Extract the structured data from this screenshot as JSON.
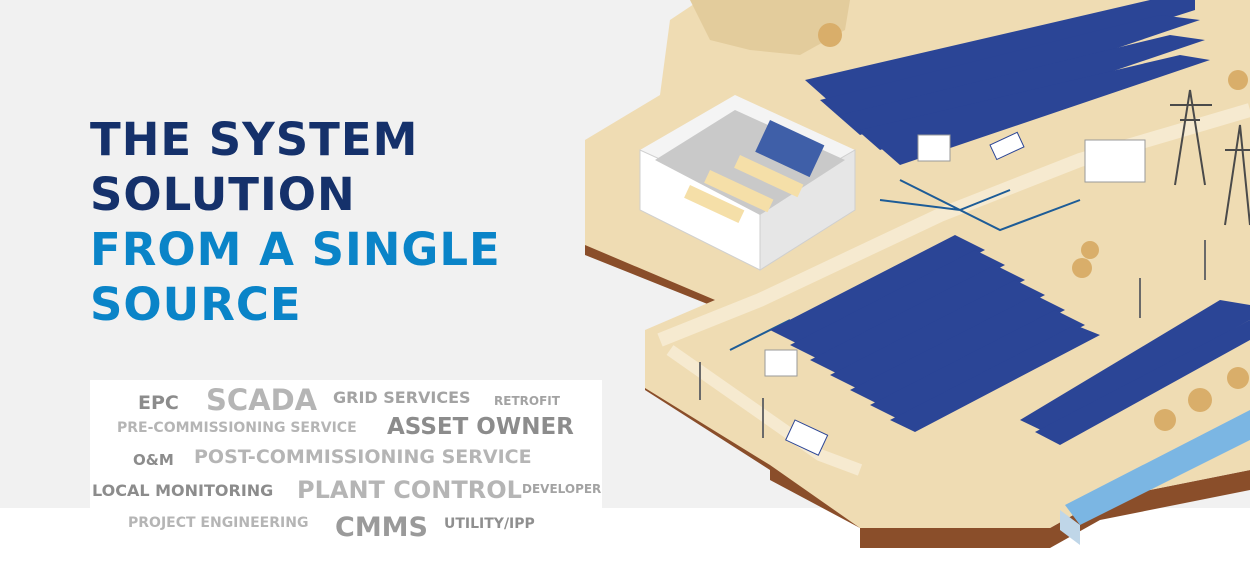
{
  "headline": {
    "line1": "THE SYSTEM",
    "line2": "SOLUTION",
    "line3": "FROM A SINGLE",
    "line4": "SOURCE"
  },
  "tags": {
    "epc": "EPC",
    "scada": "SCADA",
    "grid_services": "GRID SERVICES",
    "retrofit": "RETROFIT",
    "pre_commissioning": "PRE-COMMISSIONING SERVICE",
    "asset_owner": "ASSET OWNER",
    "om": "O&M",
    "post_commissioning": "POST-COMMISSIONING SERVICE",
    "local_monitoring": "LOCAL MONITORING",
    "plant_control": "PLANT CONTROL",
    "developer": "DEVELOPER",
    "project_engineering": "PROJECT ENGINEERING",
    "cmms": "CMMS",
    "utility_ipp": "UTILITY/IPP"
  },
  "colors": {
    "headline_dark": "#15316b",
    "headline_blue": "#0a84c8",
    "ground": "#efdcb3",
    "soil": "#8a4e2a",
    "panel": "#2b4596"
  }
}
